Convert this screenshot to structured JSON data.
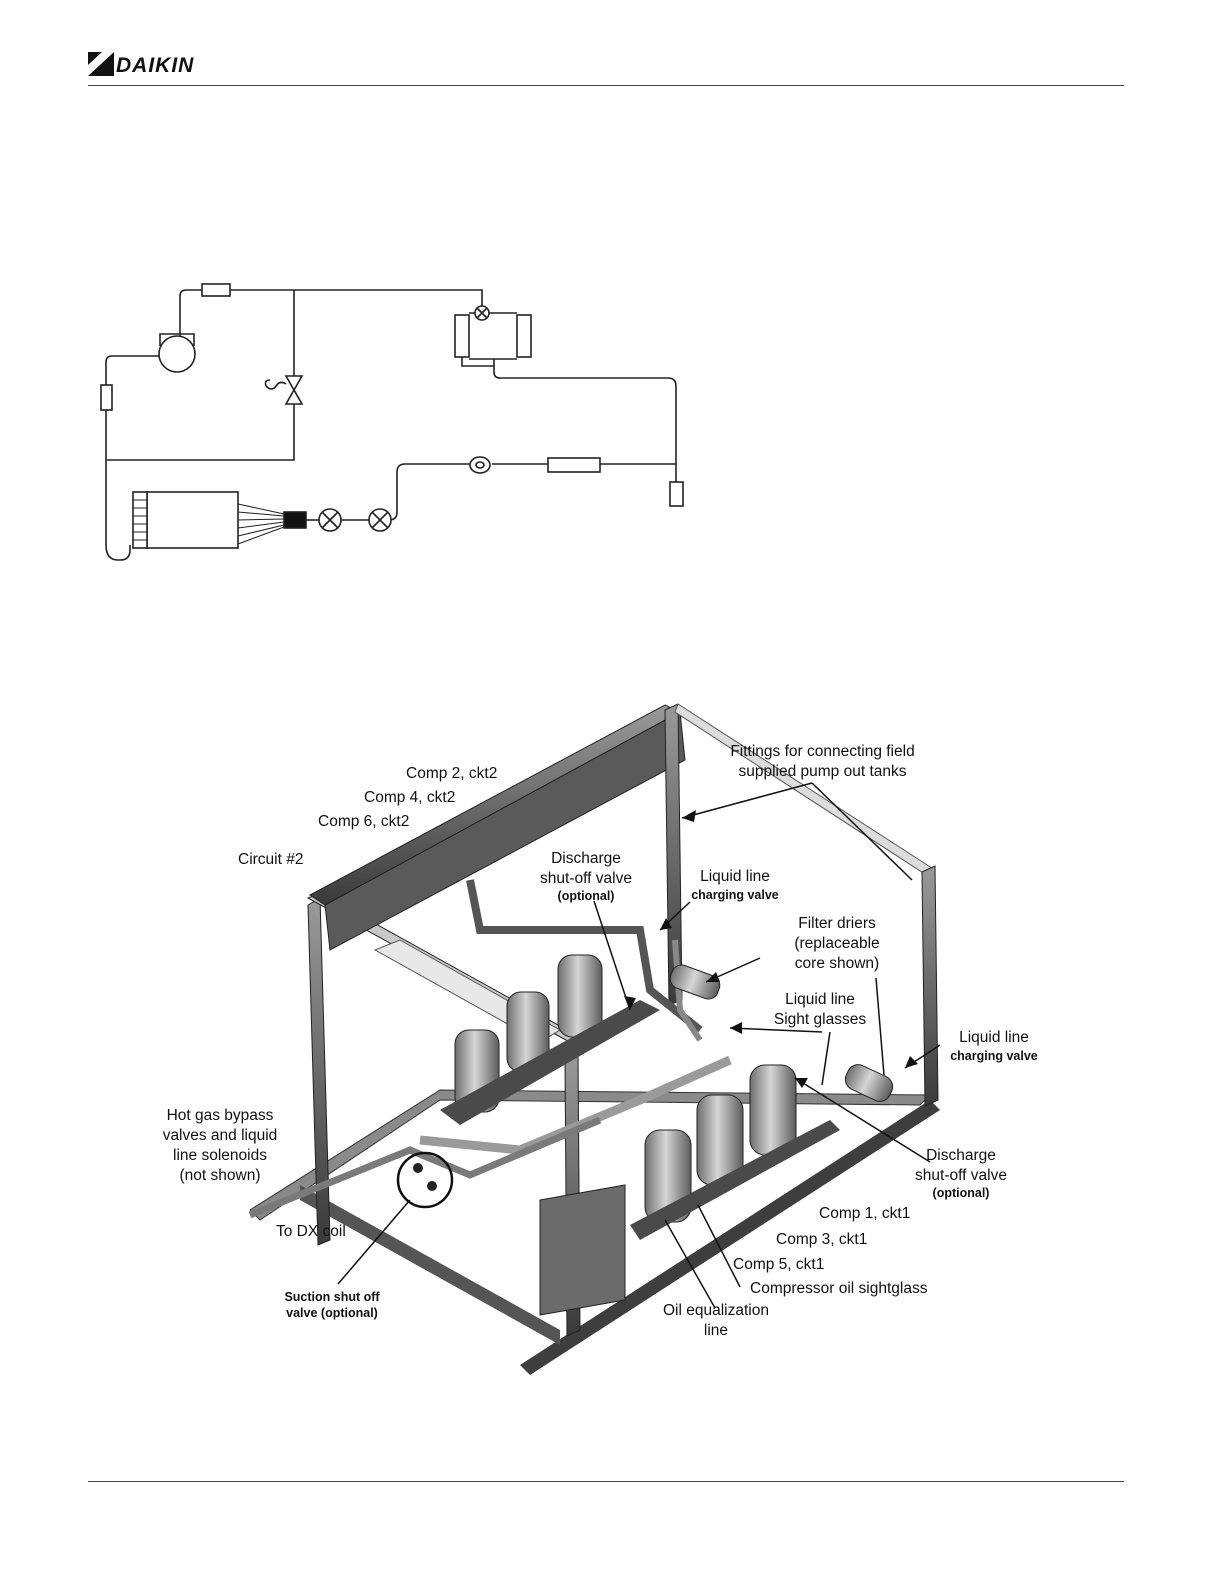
{
  "header": {
    "brand": "DAIKIN"
  },
  "labels": {
    "comp2": "Comp 2, ckt2",
    "comp4": "Comp 4, ckt2",
    "comp6": "Comp 6, ckt2",
    "circuit2": "Circuit #2",
    "fittings_l1": "Fittings for connecting field",
    "fittings_l2": "supplied pump out tanks",
    "discharge_top_l1": "Discharge",
    "discharge_top_l2": "shut-off valve",
    "discharge_top_opt": "(optional)",
    "liquid_charge_top_l1": "Liquid line",
    "liquid_charge_top_l2": "charging valve",
    "filter_l1": "Filter driers",
    "filter_l2": "(replaceable",
    "filter_l3": "core shown)",
    "sight_l1": "Liquid line",
    "sight_l2": "Sight glasses",
    "liquid_charge_right_l1": "Liquid line",
    "liquid_charge_right_l2": "charging valve",
    "hotgas_l1": "Hot gas bypass",
    "hotgas_l2": "valves and liquid",
    "hotgas_l3": "line solenoids",
    "hotgas_l4": "(not shown)",
    "discharge_right_l1": "Discharge",
    "discharge_right_l2": "shut-off valve",
    "discharge_right_opt": "(optional)",
    "comp1": "Comp 1, ckt1",
    "comp3": "Comp 3, ckt1",
    "comp5": "Comp 5, ckt1",
    "dx_coil": "To DX coil",
    "oil_sightglass": "Compressor oil sightglass",
    "suction_l1": "Suction shut off",
    "suction_l2": "valve (optional)",
    "oil_eq_l1": "Oil equalization",
    "oil_eq_l2": "line"
  }
}
